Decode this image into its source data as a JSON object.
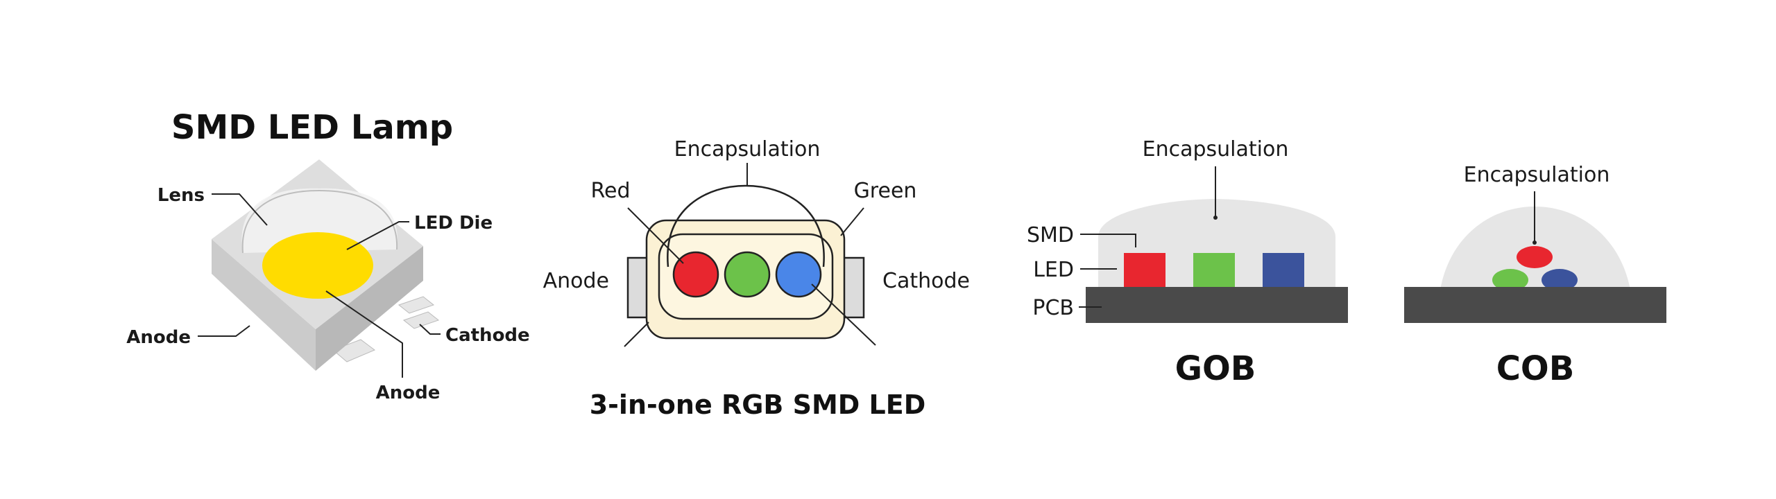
{
  "smd_lamp": {
    "title": "SMD LED Lamp",
    "lens": "Lens",
    "led_die": "LED Die",
    "anode_left": "Anode",
    "cathode": "Cathode",
    "anode_bottom": "Anode"
  },
  "rgb_smd": {
    "title": "3-in-one RGB SMD LED",
    "encapsulation": "Encapsulation",
    "red": "Red",
    "green": "Green",
    "anode": "Anode",
    "cathode": "Cathode"
  },
  "gob": {
    "title": "GOB",
    "encapsulation": "Encapsulation",
    "smd": "SMD",
    "led": "LED",
    "pcb": "PCB"
  },
  "cob": {
    "title": "COB",
    "encapsulation": "Encapsulation"
  },
  "colors": {
    "red": "#e8262f",
    "green": "#6cc24a",
    "blue": "#3b539c",
    "rgb_blue": "#4a86e8",
    "yellow": "#ffdc00",
    "pcb": "#4a4a4a",
    "encapsulation": "#e6e6e6",
    "rgb_body": "#fbf1d4"
  }
}
